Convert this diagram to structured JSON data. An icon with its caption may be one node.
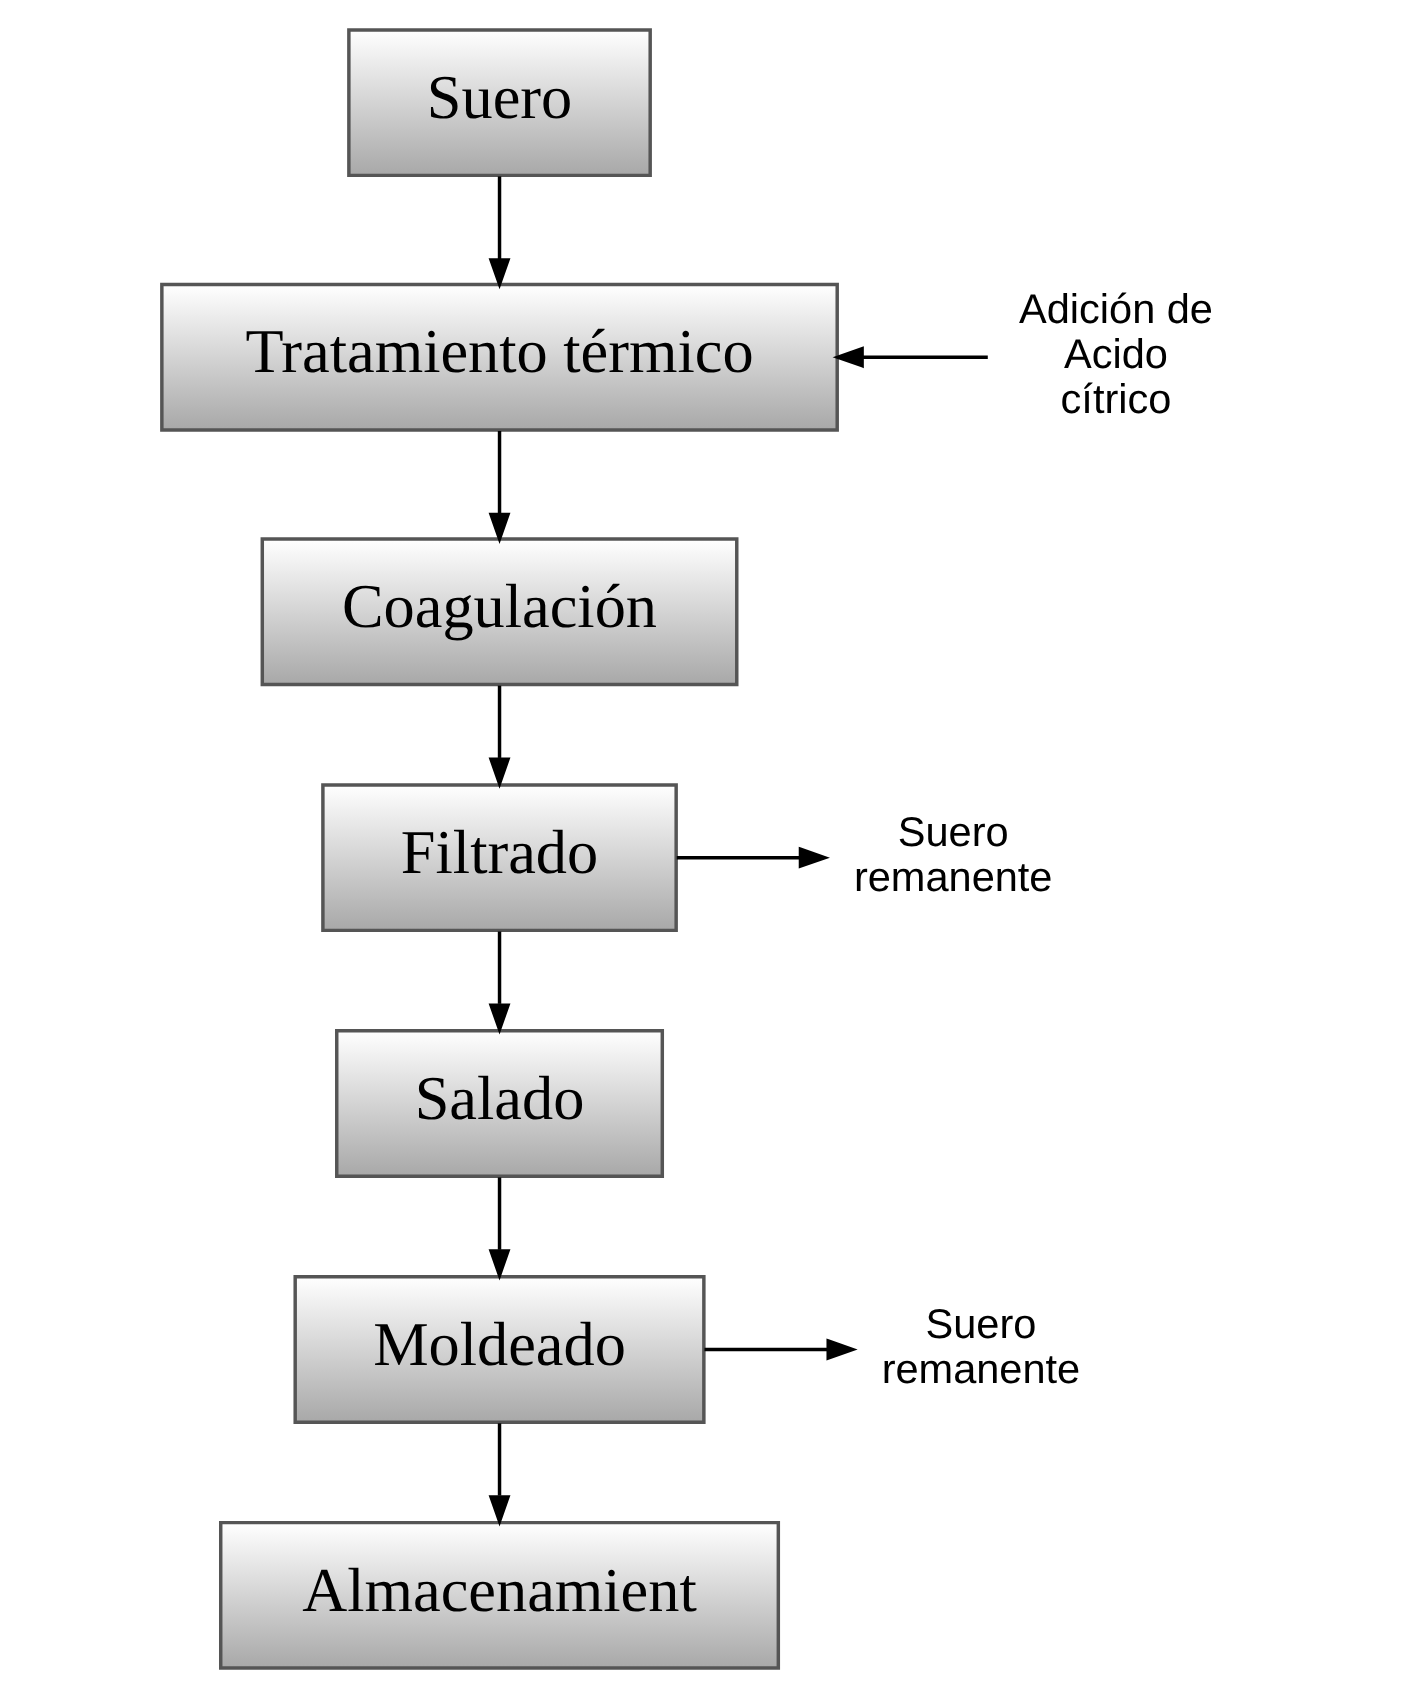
{
  "diagram": {
    "nodes": [
      {
        "text": [
          "Suero"
        ]
      },
      {
        "text": [
          "Tratamiento térmico"
        ]
      },
      {
        "text": [
          "Coagulación"
        ]
      },
      {
        "text": [
          "Filtrado"
        ]
      },
      {
        "text": [
          "Salado"
        ]
      },
      {
        "text": [
          "Moldeado"
        ]
      },
      {
        "text": [
          "Almacenamient"
        ]
      },
      {
        "text": [
          "Adición de Acido cítrico"
        ]
      },
      {
        "text": [
          "Suero remanente"
        ]
      },
      {
        "text": [
          "Suero remanente"
        ]
      }
    ],
    "edges": [
      {
        "from": 0,
        "to": 1,
        "arrow": "to"
      },
      {
        "from": 7,
        "to": 1,
        "arrow": "to"
      },
      {
        "from": 1,
        "to": 2,
        "arrow": "to"
      },
      {
        "from": 2,
        "to": 3,
        "arrow": "to"
      },
      {
        "from": 3,
        "to": 8,
        "arrow": "to"
      },
      {
        "from": 3,
        "to": 4,
        "arrow": "to"
      },
      {
        "from": 4,
        "to": 5,
        "arrow": "to"
      },
      {
        "from": 5,
        "to": 9,
        "arrow": "to"
      },
      {
        "from": 5,
        "to": 6,
        "arrow": "to"
      }
    ]
  }
}
